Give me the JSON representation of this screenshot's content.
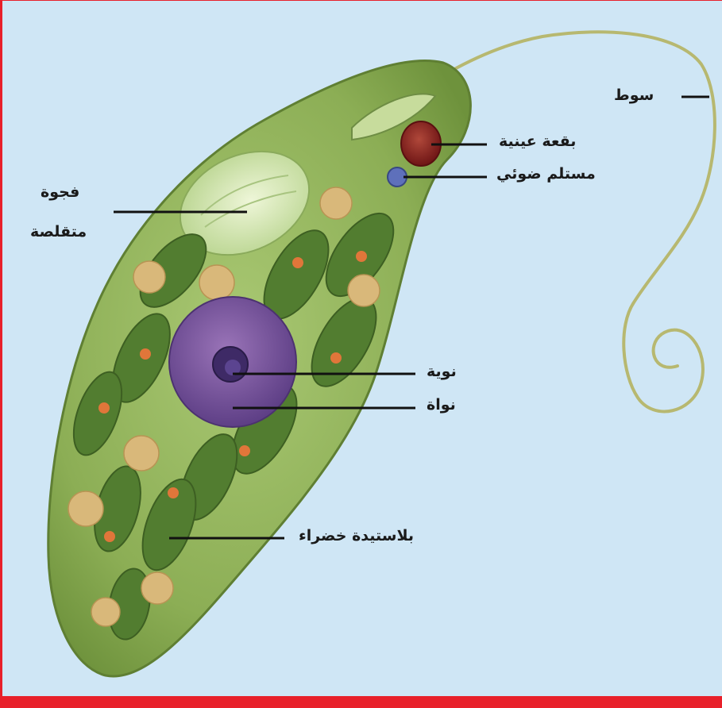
{
  "diagram": {
    "labels": {
      "flagellum": "سوط",
      "eyespot": "بقعة عينية",
      "photoreceptor": "مستلم ضوئي",
      "vacuole_line1": "فجوة",
      "vacuole_line2": "متقلصة",
      "nucleolus": "نوية",
      "nucleus": "نواة",
      "chloroplast": "بلاستيدة خضراء"
    },
    "colors": {
      "background": "#cfe6f5",
      "border": "#e8202a",
      "cell": "#8fb35a",
      "chloroplast": "#4f7a2e",
      "nucleus": "#7a4f9a",
      "eyespot": "#8b1e1e",
      "photoreceptor": "#5a6fb8"
    }
  }
}
